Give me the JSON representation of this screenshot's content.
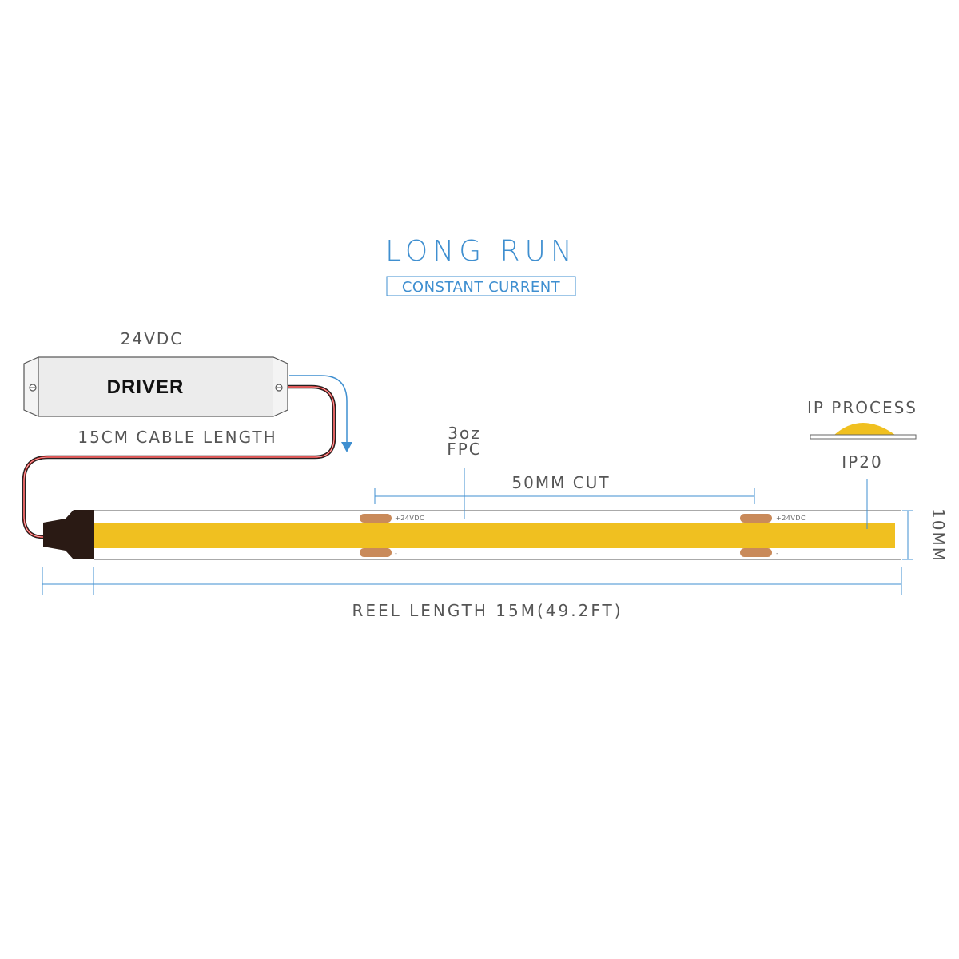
{
  "header": {
    "title": "LONG RUN",
    "subtitle": "CONSTANT CURRENT"
  },
  "driver": {
    "voltage_label": "24VDC",
    "name": "DRIVER",
    "cable_label": "15CM CABLE LENGTH"
  },
  "strip": {
    "fpc_line1": "3oz",
    "fpc_line2": "FPC",
    "cut_label": "50MM CUT",
    "pad_pos_label": "+24VDC",
    "pad_neg_label": "-",
    "width_label": "10MM",
    "reel_label": "REEL LENGTH 15M(49.2FT)"
  },
  "ip": {
    "title": "IP PROCESS",
    "rating": "IP20"
  },
  "colors": {
    "accent_blue": "#3f8fd0",
    "led_yellow": "#f0c020",
    "pad_copper": "#c98a5a",
    "connector_dark": "#2a1a14",
    "wire_red": "#d02020"
  }
}
